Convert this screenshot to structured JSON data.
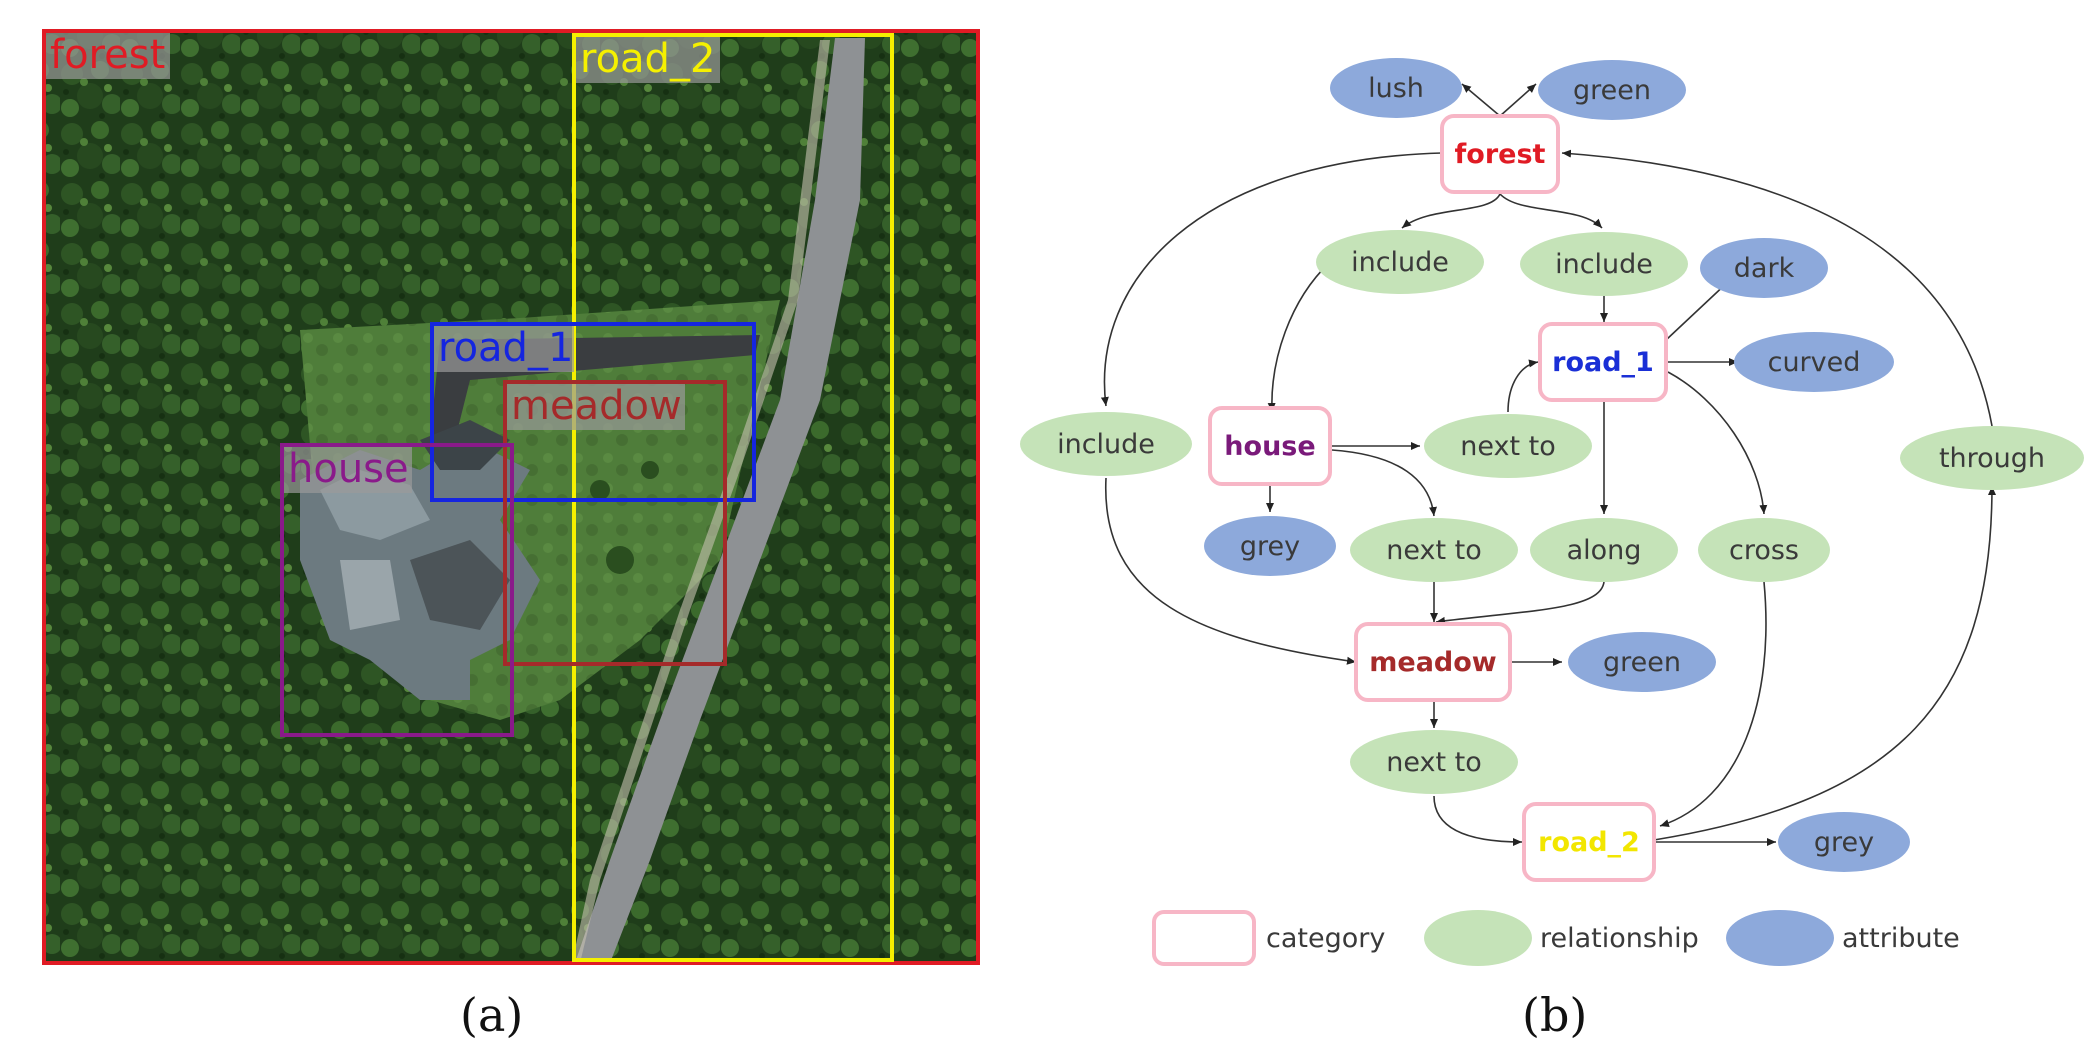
{
  "panel_a": {
    "label": "(a)",
    "boxes": [
      {
        "id": "forest",
        "label": "forest",
        "color": "#e01b24"
      },
      {
        "id": "road_2",
        "label": "road_2",
        "color": "#f5f000"
      },
      {
        "id": "road_1",
        "label": "road_1",
        "color": "#1525e0"
      },
      {
        "id": "meadow",
        "label": "meadow",
        "color": "#a52a2a"
      },
      {
        "id": "house",
        "label": "house",
        "color": "#8a1a8a"
      }
    ]
  },
  "panel_b": {
    "label": "(b)",
    "categories": [
      {
        "id": "forest",
        "label": "forest",
        "color": "#e01b24"
      },
      {
        "id": "road_1",
        "label": "road_1",
        "color": "#1a2fd6"
      },
      {
        "id": "house",
        "label": "house",
        "color": "#7a1a7a"
      },
      {
        "id": "meadow",
        "label": "meadow",
        "color": "#a52a2a"
      },
      {
        "id": "road_2",
        "label": "road_2",
        "color": "#f2e600"
      }
    ],
    "attributes": [
      {
        "id": "lush",
        "label": "lush"
      },
      {
        "id": "green_forest",
        "label": "green"
      },
      {
        "id": "dark",
        "label": "dark"
      },
      {
        "id": "curved",
        "label": "curved"
      },
      {
        "id": "grey_house",
        "label": "grey"
      },
      {
        "id": "green_meadow",
        "label": "green"
      },
      {
        "id": "grey_road2",
        "label": "grey"
      }
    ],
    "relationships": [
      {
        "id": "include_house",
        "label": "include"
      },
      {
        "id": "include_road1",
        "label": "include"
      },
      {
        "id": "include_meadow",
        "label": "include"
      },
      {
        "id": "next_to_road1",
        "label": "next to"
      },
      {
        "id": "next_to_meadow",
        "label": "next to"
      },
      {
        "id": "along",
        "label": "along"
      },
      {
        "id": "cross",
        "label": "cross"
      },
      {
        "id": "through",
        "label": "through"
      },
      {
        "id": "next_to_road2",
        "label": "next to"
      }
    ],
    "legend": {
      "category": "category",
      "relationship": "relationship",
      "attribute": "attribute"
    },
    "colors": {
      "category_border": "#f7b6c6",
      "relationship_fill": "#c5e3b8",
      "attribute_fill": "#8da9db"
    }
  }
}
